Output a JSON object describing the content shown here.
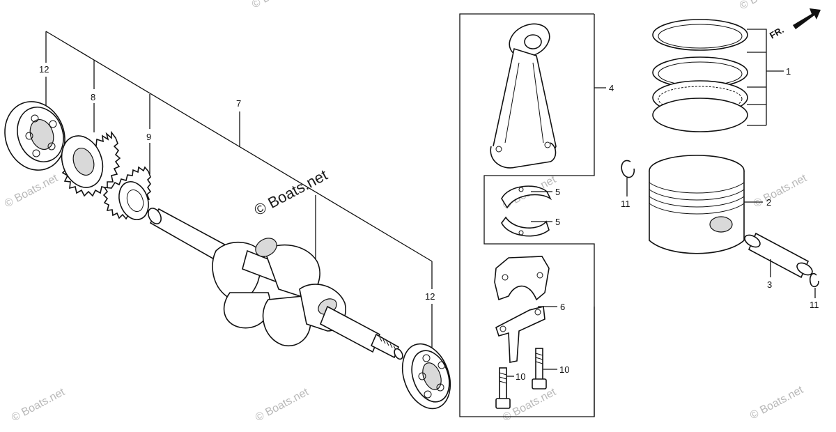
{
  "diagram": {
    "callouts": {
      "c1": "1",
      "c2": "2",
      "c3": "3",
      "c4": "4",
      "c5a": "5",
      "c5b": "5",
      "c6": "6",
      "c7": "7",
      "c8": "8",
      "c9": "9",
      "c10a": "10",
      "c10b": "10",
      "c11a": "11",
      "c11b": "11",
      "c12a": "12",
      "c12b": "12"
    },
    "front_arrow_label": "FR.",
    "watermark_main": "© Boats.net",
    "watermark_repeat": "© Boats.net"
  },
  "colors": {
    "line": "#111111",
    "watermark": "#b8b8b8",
    "background": "#ffffff"
  }
}
